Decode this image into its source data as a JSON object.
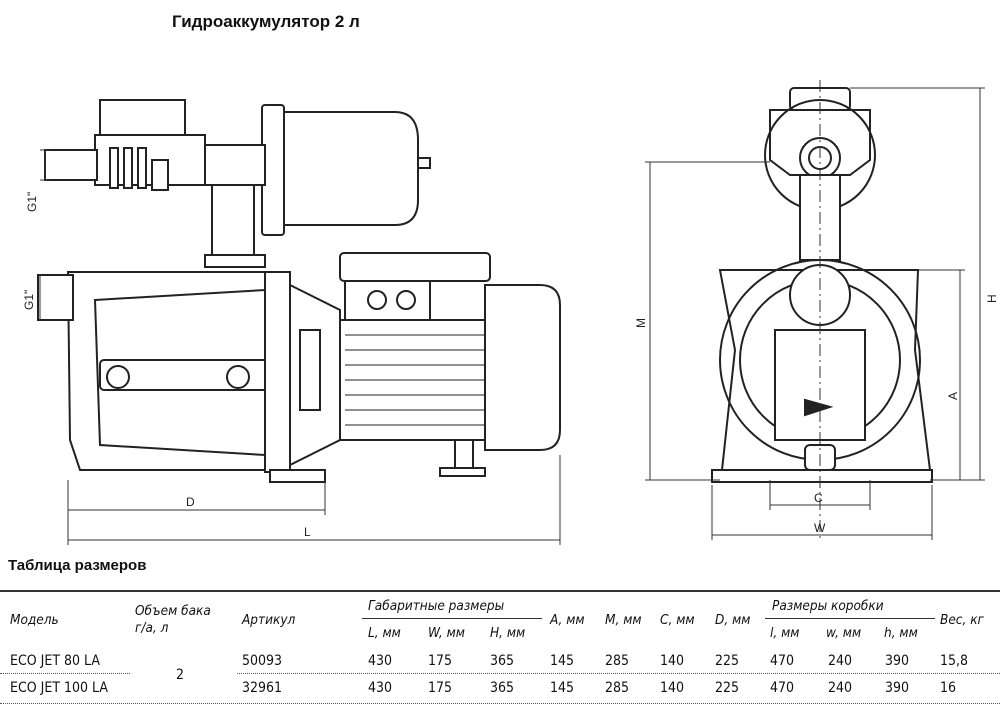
{
  "title": "Гидроаккумулятор 2 л",
  "drawing": {
    "labels": {
      "g1_top": "G1\"",
      "g1_side": "G1\"",
      "D": "D",
      "L": "L",
      "M": "M",
      "H": "H",
      "A": "A",
      "C": "C",
      "W": "W"
    }
  },
  "table": {
    "title": "Таблица размеров",
    "headers": {
      "model": "Модель",
      "tank_line1": "Объем бака",
      "tank_line2": "г/а, л",
      "article": "Артикул",
      "overall": "Габаритные размеры",
      "L": "L, мм",
      "W": "W, мм",
      "H": "H, мм",
      "A": "A, мм",
      "M": "M, мм",
      "C": "C, мм",
      "D": "D, мм",
      "box": "Размеры коробки",
      "bl": "l, мм",
      "bw": "w, мм",
      "bh": "h, мм",
      "weight": "Вес, кг"
    },
    "tank_volume": "2",
    "rows": [
      {
        "model": "ECO JET 80 LA",
        "article": "50093",
        "L": "430",
        "W": "175",
        "H": "365",
        "A": "145",
        "M": "285",
        "C": "140",
        "D": "225",
        "bl": "470",
        "bw": "240",
        "bh": "390",
        "weight": "15,8"
      },
      {
        "model": "ECO JET 100 LA",
        "article": "32961",
        "L": "430",
        "W": "175",
        "H": "365",
        "A": "145",
        "M": "285",
        "C": "140",
        "D": "225",
        "bl": "470",
        "bw": "240",
        "bh": "390",
        "weight": "16"
      }
    ]
  }
}
